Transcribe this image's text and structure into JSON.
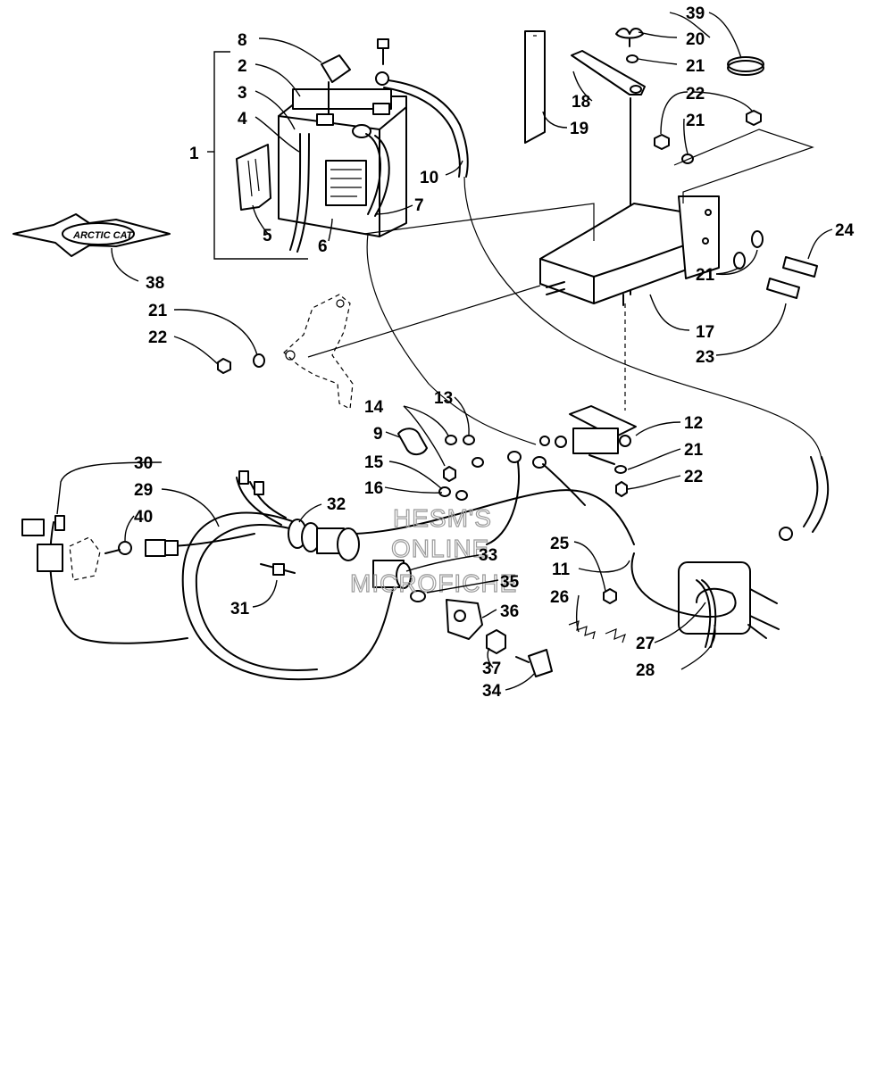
{
  "diagram": {
    "callouts": [
      "1",
      "2",
      "3",
      "4",
      "5",
      "6",
      "7",
      "8",
      "9",
      "10",
      "11",
      "12",
      "13",
      "14",
      "15",
      "16",
      "17",
      "18",
      "19",
      "20",
      "21",
      "22",
      "23",
      "24",
      "25",
      "26",
      "27",
      "28",
      "29",
      "30",
      "31",
      "32",
      "33",
      "34",
      "35",
      "36",
      "37",
      "38",
      "39",
      "40"
    ],
    "extra_callouts": {
      "n21": "21",
      "n22": "22"
    },
    "watermark": [
      "HESM'S",
      "ONLINE",
      "MICROFICHE"
    ],
    "logo_text": "ARCTIC CAT"
  }
}
